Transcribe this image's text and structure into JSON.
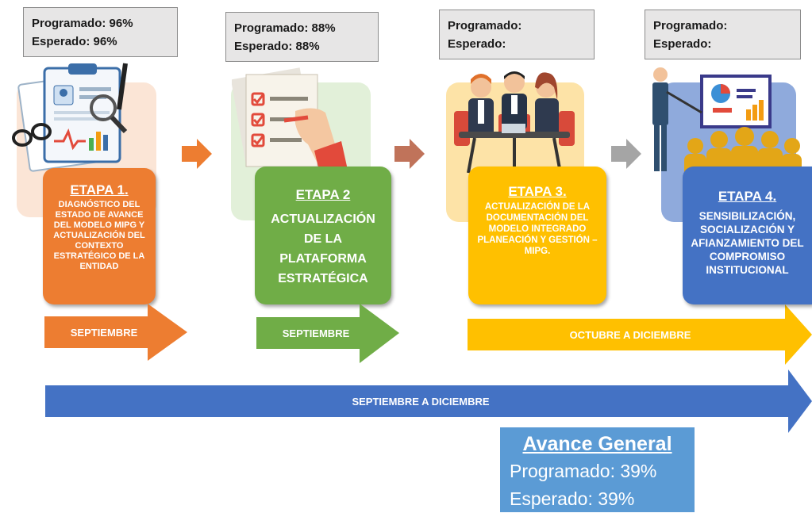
{
  "stages": [
    {
      "status_line1": "Programado: 96%",
      "status_line2": "Esperado: 96%",
      "title": "ETAPA 1.",
      "desc": "DIAGNÓSTICO DEL ESTADO DE AVANCE DEL MODELO MIPG Y ACTUALIZACIÓN DEL CONTEXTO ESTRATÉGICO DE LA ENTIDAD",
      "period": "SEPTIEMBRE",
      "color": "#ed7d31"
    },
    {
      "status_line1": "Programado: 88%",
      "status_line2": "Esperado: 88%",
      "title": "ETAPA 2",
      "desc": "ACTUALIZACIÓN DE LA PLATAFORMA ESTRATÉGICA",
      "period": "SEPTIEMBRE",
      "color": "#70ad47"
    },
    {
      "status_line1": "Programado:",
      "status_line2": "Esperado:",
      "title": "ETAPA 3.",
      "desc": "ACTUALIZACIÓN DE LA DOCUMENTACIÓN DEL MODELO INTEGRADO PLANEACIÓN Y GESTIÓN – MIPG.",
      "period": "OCTUBRE A DICIEMBRE",
      "color": "#ffc000"
    },
    {
      "status_line1": "Programado:",
      "status_line2": "Esperado:",
      "title": "ETAPA 4.",
      "desc": "SENSIBILIZACIÓN, SOCIALIZACIÓN Y AFIANZAMIENTO DEL COMPROMISO INSTITUCIONAL",
      "period": "",
      "color": "#4472c4"
    }
  ],
  "overall_period": "SEPTIEMBRE  A DICIEMBRE",
  "summary": {
    "title": "Avance General",
    "programado": "Programado: 39%",
    "esperado": "Esperado: 39%"
  },
  "colors": {
    "overall_arrow": "#4472c4",
    "summary_bg": "#5b9bd5"
  }
}
